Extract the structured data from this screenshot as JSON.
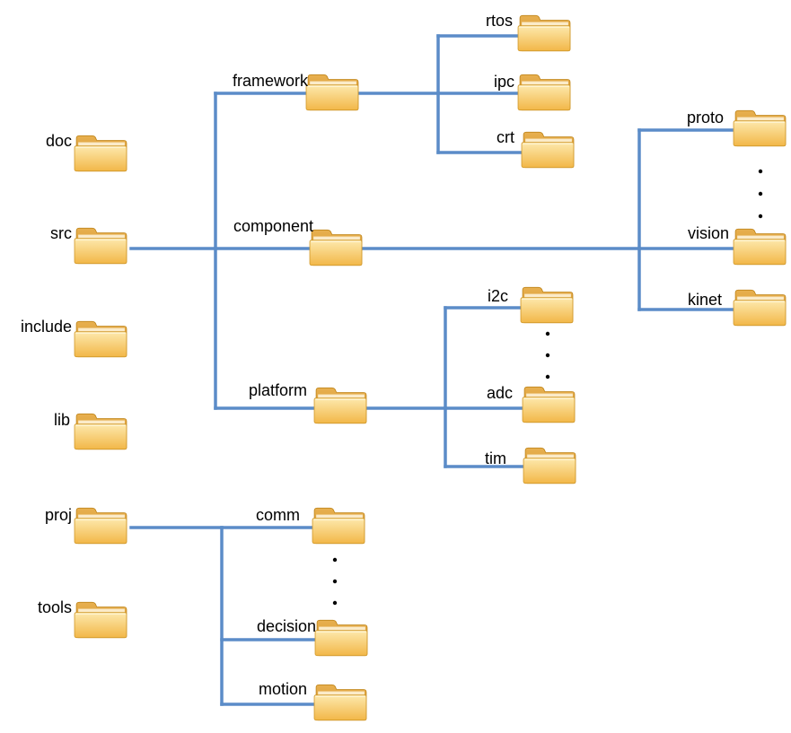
{
  "colors": {
    "connector": "#5b8cc8",
    "folder_back": "#d69a2a",
    "folder_front_top": "#fde7a6",
    "folder_front_bottom": "#f2b94a",
    "folder_edge": "#c98c1e"
  },
  "icon": "folder-icon",
  "nodes": {
    "doc": "doc",
    "src": "src",
    "include": "include",
    "lib": "lib",
    "proj": "proj",
    "tools": "tools",
    "framework": "framework",
    "component": "component",
    "platform": "platform",
    "rtos": "rtos",
    "ipc": "ipc",
    "crt": "crt",
    "proto": "proto",
    "vision": "vision",
    "kinet": "kinet",
    "i2c": "i2c",
    "adc": "adc",
    "tim": "tim",
    "comm": "comm",
    "decision": "decision",
    "motion": "motion"
  },
  "ellipsis": "•"
}
